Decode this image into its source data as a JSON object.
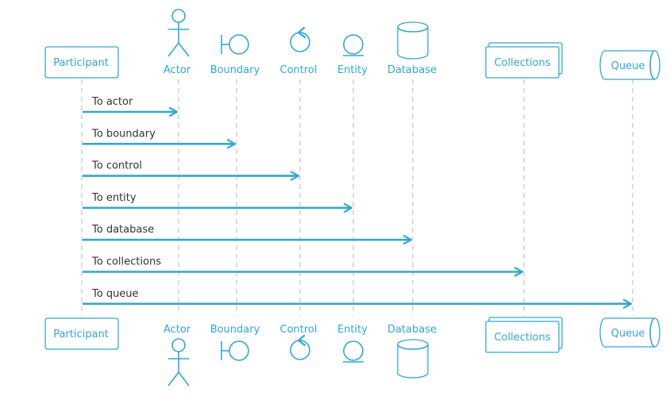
{
  "diagram": {
    "participants": [
      {
        "id": "participant",
        "label": "Participant",
        "kind": "participant"
      },
      {
        "id": "actor",
        "label": "Actor",
        "kind": "actor"
      },
      {
        "id": "boundary",
        "label": "Boundary",
        "kind": "boundary"
      },
      {
        "id": "control",
        "label": "Control",
        "kind": "control"
      },
      {
        "id": "entity",
        "label": "Entity",
        "kind": "entity"
      },
      {
        "id": "database",
        "label": "Database",
        "kind": "database"
      },
      {
        "id": "collections",
        "label": "Collections",
        "kind": "collections"
      },
      {
        "id": "queue",
        "label": "Queue",
        "kind": "queue"
      }
    ],
    "messages": [
      {
        "from": "participant",
        "to": "actor",
        "label": "To actor"
      },
      {
        "from": "participant",
        "to": "boundary",
        "label": "To boundary"
      },
      {
        "from": "participant",
        "to": "control",
        "label": "To control"
      },
      {
        "from": "participant",
        "to": "entity",
        "label": "To entity"
      },
      {
        "from": "participant",
        "to": "database",
        "label": "To database"
      },
      {
        "from": "participant",
        "to": "collections",
        "label": "To collections"
      },
      {
        "from": "participant",
        "to": "queue",
        "label": "To queue"
      }
    ],
    "colors": {
      "accent": "#2fa7dc",
      "lifeline": "#b9b9b9",
      "message_text": "#333333"
    }
  }
}
